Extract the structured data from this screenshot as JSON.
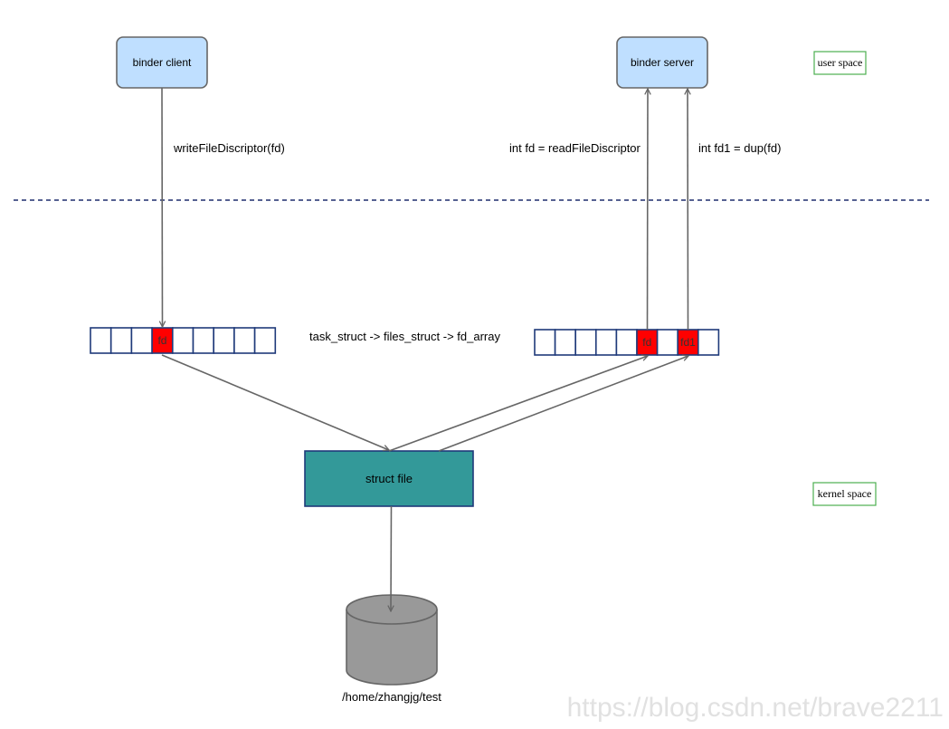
{
  "nodes": {
    "binder_client": "binder client",
    "binder_server": "binder server",
    "struct_file": "struct file",
    "file_path": "/home/zhangjg/test"
  },
  "labels": {
    "user_space": "user space",
    "kernel_space": "kernel space",
    "write_call": "writeFileDiscriptor(fd)",
    "read_call": "int fd = readFileDiscriptor",
    "dup_call": "int fd1 = dup(fd)",
    "fd_array_path": "task_struct -> files_struct -> fd_array"
  },
  "client_fd_array": {
    "cells": [
      "",
      "",
      "",
      "fd",
      "",
      "",
      "",
      "",
      ""
    ],
    "highlight_index": 3
  },
  "server_fd_array": {
    "cells": [
      "",
      "",
      "",
      "",
      "",
      "fd",
      "",
      "fd1",
      ""
    ],
    "highlight_indices": [
      5,
      7
    ]
  },
  "watermark": "https://blog.csdn.net/brave2211",
  "colors": {
    "process_box_fill": "#bfdfff",
    "struct_file_fill": "#339999",
    "fd_highlight": "#ff0000",
    "fd_cell_border": "#1f3a7a",
    "divider": "#1f2d6e",
    "disk_fill": "#999999",
    "space_label_border": "#4caf50"
  }
}
